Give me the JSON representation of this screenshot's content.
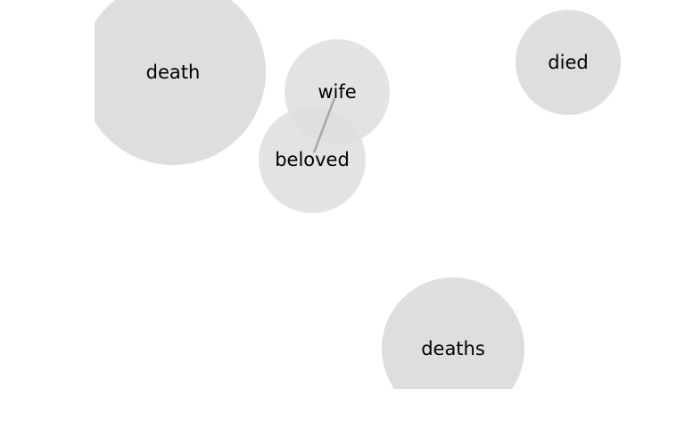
{
  "nodes": [
    {
      "id": "death",
      "label": "death"
    },
    {
      "id": "wife",
      "label": "wife"
    },
    {
      "id": "beloved",
      "label": "beloved"
    },
    {
      "id": "died",
      "label": "died"
    },
    {
      "id": "deaths",
      "label": "deaths"
    }
  ],
  "edges": [
    {
      "from": "wife",
      "to": "beloved"
    }
  ],
  "colors": {
    "bubble": "#dedede",
    "edge": "#a8a8a8",
    "text": "#000000"
  }
}
